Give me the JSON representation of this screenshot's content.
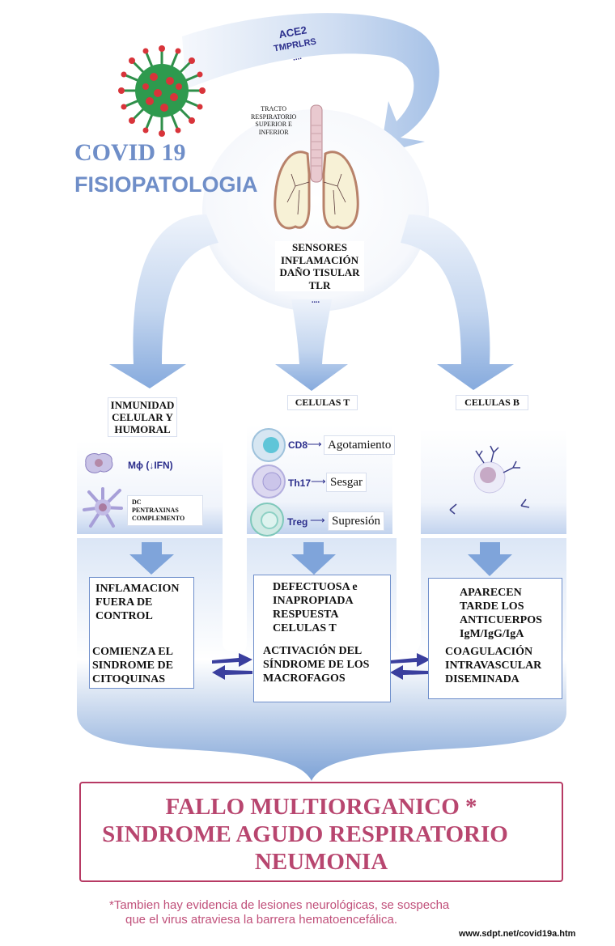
{
  "title": {
    "line1": "COVID 19",
    "line2": "FISIOPATOLOGIA",
    "color": "#6f8ec8"
  },
  "entry_arrow": {
    "receptors": [
      "ACE2",
      "TMPRLRS",
      "...."
    ],
    "text_color": "#2b2e8c"
  },
  "respiratory_tract": {
    "label": [
      "TRACTO",
      "RESPIRATORIO",
      "SUPERIOR E",
      "INFERIOR"
    ]
  },
  "sensors": {
    "lines": [
      "SENSORES",
      "INFLAMACIÓN",
      "DAÑO TISULAR",
      "TLR"
    ],
    "ellipsis": "...."
  },
  "columns": [
    {
      "heading": [
        "INMUNIDAD",
        "CELULAR Y",
        "HUMORAL"
      ],
      "cells": [
        {
          "name": "Mϕ (↓IFN)",
          "icon": "macrophage-icon"
        },
        {
          "name": "",
          "icon": "dendritic-cell-icon",
          "box": [
            "DC",
            "PENTRAXINAS",
            "COMPLEMENTO"
          ]
        }
      ],
      "result": {
        "top": [
          "INFLAMACION",
          "FUERA DE",
          "CONTROL"
        ],
        "bottom": [
          "COMIENZA EL",
          "SINDROME DE",
          "CITOQUINAS"
        ]
      }
    },
    {
      "heading": [
        "CELULAS T"
      ],
      "cells": [
        {
          "name": "CD8",
          "outcome": "Agotamiento",
          "icon": "cd8-cell-icon"
        },
        {
          "name": "Th17",
          "outcome": "Sesgar",
          "icon": "th17-cell-icon"
        },
        {
          "name": "Treg",
          "outcome": "Supresión",
          "icon": "treg-cell-icon"
        }
      ],
      "result": {
        "top": [
          "DEFECTUOSA  e",
          "INAPROPIADA",
          "RESPUESTA",
          "CELULAS T"
        ],
        "bottom": [
          "ACTIVACIÓN DEL",
          "SÍNDROME DE LOS",
          "MACROFAGOS"
        ]
      }
    },
    {
      "heading": [
        "CELULAS B"
      ],
      "cells": [
        {
          "name": "",
          "icon": "b-cell-icon"
        }
      ],
      "result": {
        "top": [
          "APARECEN",
          "TARDE LOS",
          "ANTICUERPOS",
          "IgM/IgG/IgA"
        ],
        "bottom": [
          "COAGULACIÓN",
          "INTRAVASCULAR",
          "DISEMINADA"
        ]
      }
    }
  ],
  "outcome": {
    "lines": [
      "FALLO MULTIORGANICO *",
      "SINDROME AGUDO RESPIRATORIO",
      "NEUMONIA"
    ],
    "color": "#b8466f"
  },
  "footnote": {
    "lines": [
      "*Tambien hay evidencia de lesiones neurológicas,  se sospecha",
      "que el virus atraviesa la barrera hematoencefálica."
    ],
    "color": "#c0507a"
  },
  "source_url": "www.sdpt.net/covid19a.htm",
  "colors": {
    "arrow_blue": "#7ea3d8",
    "arrow_light": "#e6eef9",
    "dark_arrow": "#3a3f9e",
    "box_border": "#6f8fcb"
  }
}
